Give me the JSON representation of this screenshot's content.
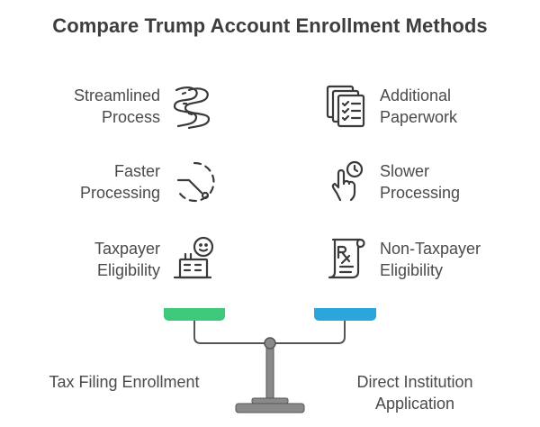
{
  "title": "Compare Trump Account Enrollment Methods",
  "left": {
    "items": [
      {
        "line1": "Streamlined",
        "line2": "Process",
        "icon": "winding-road-icon"
      },
      {
        "line1": "Faster",
        "line2": "Processing",
        "icon": "fast-timer-icon"
      },
      {
        "line1": "Taxpayer",
        "line2": "Eligibility",
        "icon": "person-with-form-icon"
      }
    ],
    "footer": "Tax Filing Enrollment",
    "color": "#3ec97a"
  },
  "right": {
    "items": [
      {
        "line1": "Additional",
        "line2": "Paperwork",
        "icon": "stacked-documents-icon"
      },
      {
        "line1": "Slower",
        "line2": "Processing",
        "icon": "hand-with-clock-icon"
      },
      {
        "line1": "Non-Taxpayer",
        "line2": "Eligibility",
        "icon": "prescription-document-icon"
      }
    ],
    "footer_line1": "Direct Institution",
    "footer_line2": "Application",
    "color": "#2ba6da"
  }
}
